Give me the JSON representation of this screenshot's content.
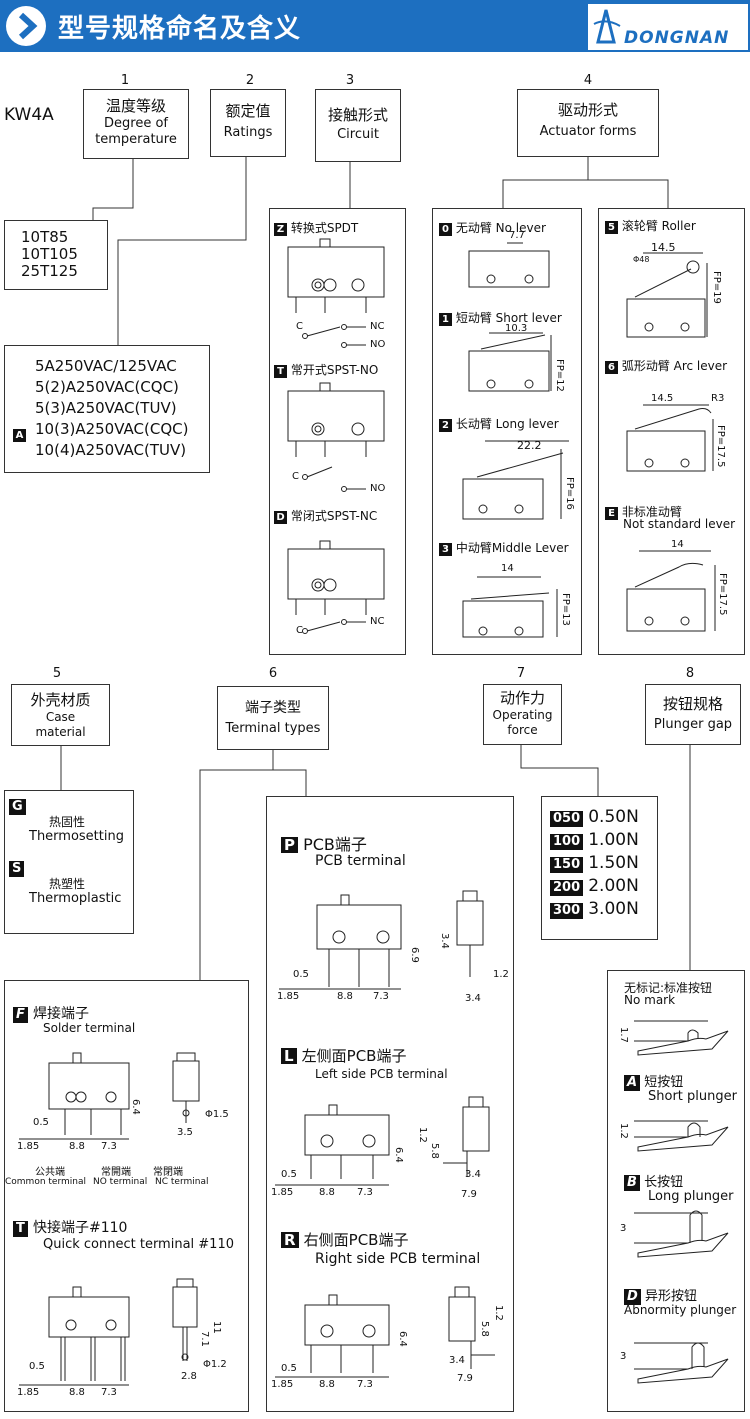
{
  "header": {
    "title": "型号规格命名及含义",
    "logo": "DONGNAN"
  },
  "model": "KW4A",
  "sections": {
    "s1": {
      "num": "1",
      "zh": "温度等级",
      "en1": "Degree of",
      "en2": "temperature",
      "values": [
        "10T85",
        "10T105",
        "25T125"
      ]
    },
    "s2": {
      "num": "2",
      "zh": "额定值",
      "en": "Ratings",
      "values": [
        "5A250VAC/125VAC",
        "5(2)A250VAC(CQC)",
        "5(3)A250VAC(TUV)",
        "10(3)A250VAC(CQC)",
        "10(4)A250VAC(TUV)"
      ],
      "marker": "A"
    },
    "s3": {
      "num": "3",
      "zh": "接触形式",
      "en": "Circuit",
      "items": [
        {
          "code": "Z",
          "label": "转换式SPDT",
          "c": "C",
          "no": "NO",
          "nc": "NC"
        },
        {
          "code": "T",
          "label": "常开式SPST-NO",
          "c": "C",
          "no": "NO"
        },
        {
          "code": "D",
          "label": "常闭式SPST-NC",
          "c": "C",
          "nc": "NC"
        }
      ]
    },
    "s4": {
      "num": "4",
      "zh": "驱动形式",
      "en": "Actuator forms",
      "items": [
        {
          "code": "0",
          "label": "无动臂 No lever",
          "dim": "7.7"
        },
        {
          "code": "1",
          "label": "短动臂 Short lever",
          "dim": "10.3",
          "fp": "FP=12"
        },
        {
          "code": "2",
          "label": "长动臂 Long lever",
          "dim": "22.2",
          "fp": "FP=16"
        },
        {
          "code": "3",
          "label": "中动臂Middle Lever",
          "dim": "14",
          "fp": "FP=13"
        },
        {
          "code": "5",
          "label": "滚轮臂 Roller",
          "dim": "14.5",
          "dim2": "Φ48",
          "fp": "FP=19"
        },
        {
          "code": "6",
          "label": "弧形动臂 Arc lever",
          "dim": "14.5",
          "dim2": "R3",
          "fp": "FP=17.5"
        },
        {
          "code": "E",
          "label": "非标准动臂",
          "label2": "Not standard lever",
          "dim": "14",
          "fp": "FP=17.5"
        }
      ]
    },
    "s5": {
      "num": "5",
      "zh": "外壳材质",
      "en1": "Case",
      "en2": "material",
      "items": [
        {
          "code": "G",
          "zh": "热固性",
          "en": "Thermosetting"
        },
        {
          "code": "S",
          "zh": "热塑性",
          "en": "Thermoplastic"
        }
      ]
    },
    "s6": {
      "num": "6",
      "zh": "端子类型",
      "en": "Terminal types",
      "items": [
        {
          "code": "F",
          "zh": "焊接端子",
          "en": "Solder terminal",
          "d1": "0.5",
          "d2": "1.85",
          "d3": "8.8",
          "d4": "7.3",
          "d5": "6.4",
          "d6": "3.5",
          "d7": "Φ1.5",
          "t1": "公共端",
          "t2": "常開端",
          "t3": "常閉端",
          "t4": "Common terminal",
          "t5": "NO terminal",
          "t6": "NC terminal"
        },
        {
          "code": "T",
          "zh": "快接端子#110",
          "en": "Quick connect terminal #110",
          "d1": "0.5",
          "d2": "1.85",
          "d3": "8.8",
          "d4": "7.3",
          "d5": "7.1",
          "d6": "11",
          "d7": "2.8",
          "d8": "Φ1.2"
        },
        {
          "code": "P",
          "zh": "PCB端子",
          "en": "PCB terminal",
          "d1": "0.5",
          "d2": "1.85",
          "d3": "8.8",
          "d4": "7.3",
          "d5": "6.9",
          "d6": "3.4",
          "d7": "1.2",
          "d8": "3.4"
        },
        {
          "code": "L",
          "zh": "左侧面PCB端子",
          "en": "Left side PCB terminal",
          "d1": "0.5",
          "d2": "1.85",
          "d3": "8.8",
          "d4": "7.3",
          "d5": "6.4",
          "d6": "5.8",
          "d7": "1.2",
          "d8": "3.4",
          "d9": "7.9"
        },
        {
          "code": "R",
          "zh": "右侧面PCB端子",
          "en": "Right side PCB terminal",
          "d1": "0.5",
          "d2": "1.85",
          "d3": "8.8",
          "d4": "7.3",
          "d5": "6.4",
          "d6": "5.8",
          "d7": "1.2",
          "d8": "3.4",
          "d9": "7.9"
        }
      ]
    },
    "s7": {
      "num": "7",
      "zh": "动作力",
      "en1": "Operating",
      "en2": "force",
      "items": [
        {
          "code": "050",
          "value": "0.50N"
        },
        {
          "code": "100",
          "value": "1.00N"
        },
        {
          "code": "150",
          "value": "1.50N"
        },
        {
          "code": "200",
          "value": "2.00N"
        },
        {
          "code": "300",
          "value": "3.00N"
        }
      ]
    },
    "s8": {
      "num": "8",
      "zh": "按钮规格",
      "en": "Plunger gap",
      "items": [
        {
          "code": "",
          "zh": "无标记:标准按钮",
          "en": "No mark",
          "dim": "1.7"
        },
        {
          "code": "A",
          "zh": "短按钮",
          "en": "Short plunger",
          "dim": "1.2"
        },
        {
          "code": "B",
          "zh": "长按钮",
          "en": "Long plunger",
          "dim": "3"
        },
        {
          "code": "D",
          "zh": "异形按钮",
          "en": "Abnormity plunger",
          "dim": "3"
        }
      ]
    }
  }
}
